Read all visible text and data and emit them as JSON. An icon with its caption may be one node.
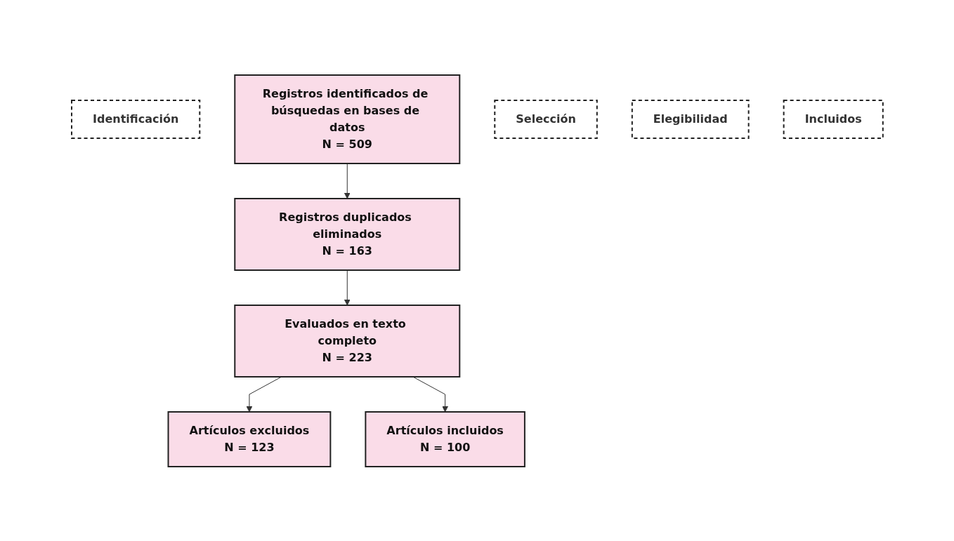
{
  "diagram": {
    "nodes": [
      {
        "text": [
          "Identificación"
        ]
      },
      {
        "text": [
          "Registros identificados de búsquedas en bases de datos",
          "N = 509"
        ]
      },
      {
        "text": [
          "Selección"
        ]
      },
      {
        "text": [
          "Registros duplicados eliminados",
          "N = 163"
        ]
      },
      {
        "text": [
          "Elegibilidad"
        ]
      },
      {
        "text": [
          "Evaluados en texto completo",
          "N = 223"
        ]
      },
      {
        "text": [
          "Artículos excluidos",
          "N = 123"
        ]
      },
      {
        "text": [
          "Incluidos"
        ]
      },
      {
        "text": [
          "Artículos incluidos",
          "N = 100"
        ]
      }
    ],
    "edges": [
      {
        "from": 1,
        "to": 3,
        "arrow": "to"
      },
      {
        "from": 3,
        "to": 5,
        "arrow": "to"
      },
      {
        "from": 5,
        "to": 6,
        "arrow": "to"
      },
      {
        "from": 5,
        "to": 8,
        "arrow": "to"
      }
    ]
  }
}
